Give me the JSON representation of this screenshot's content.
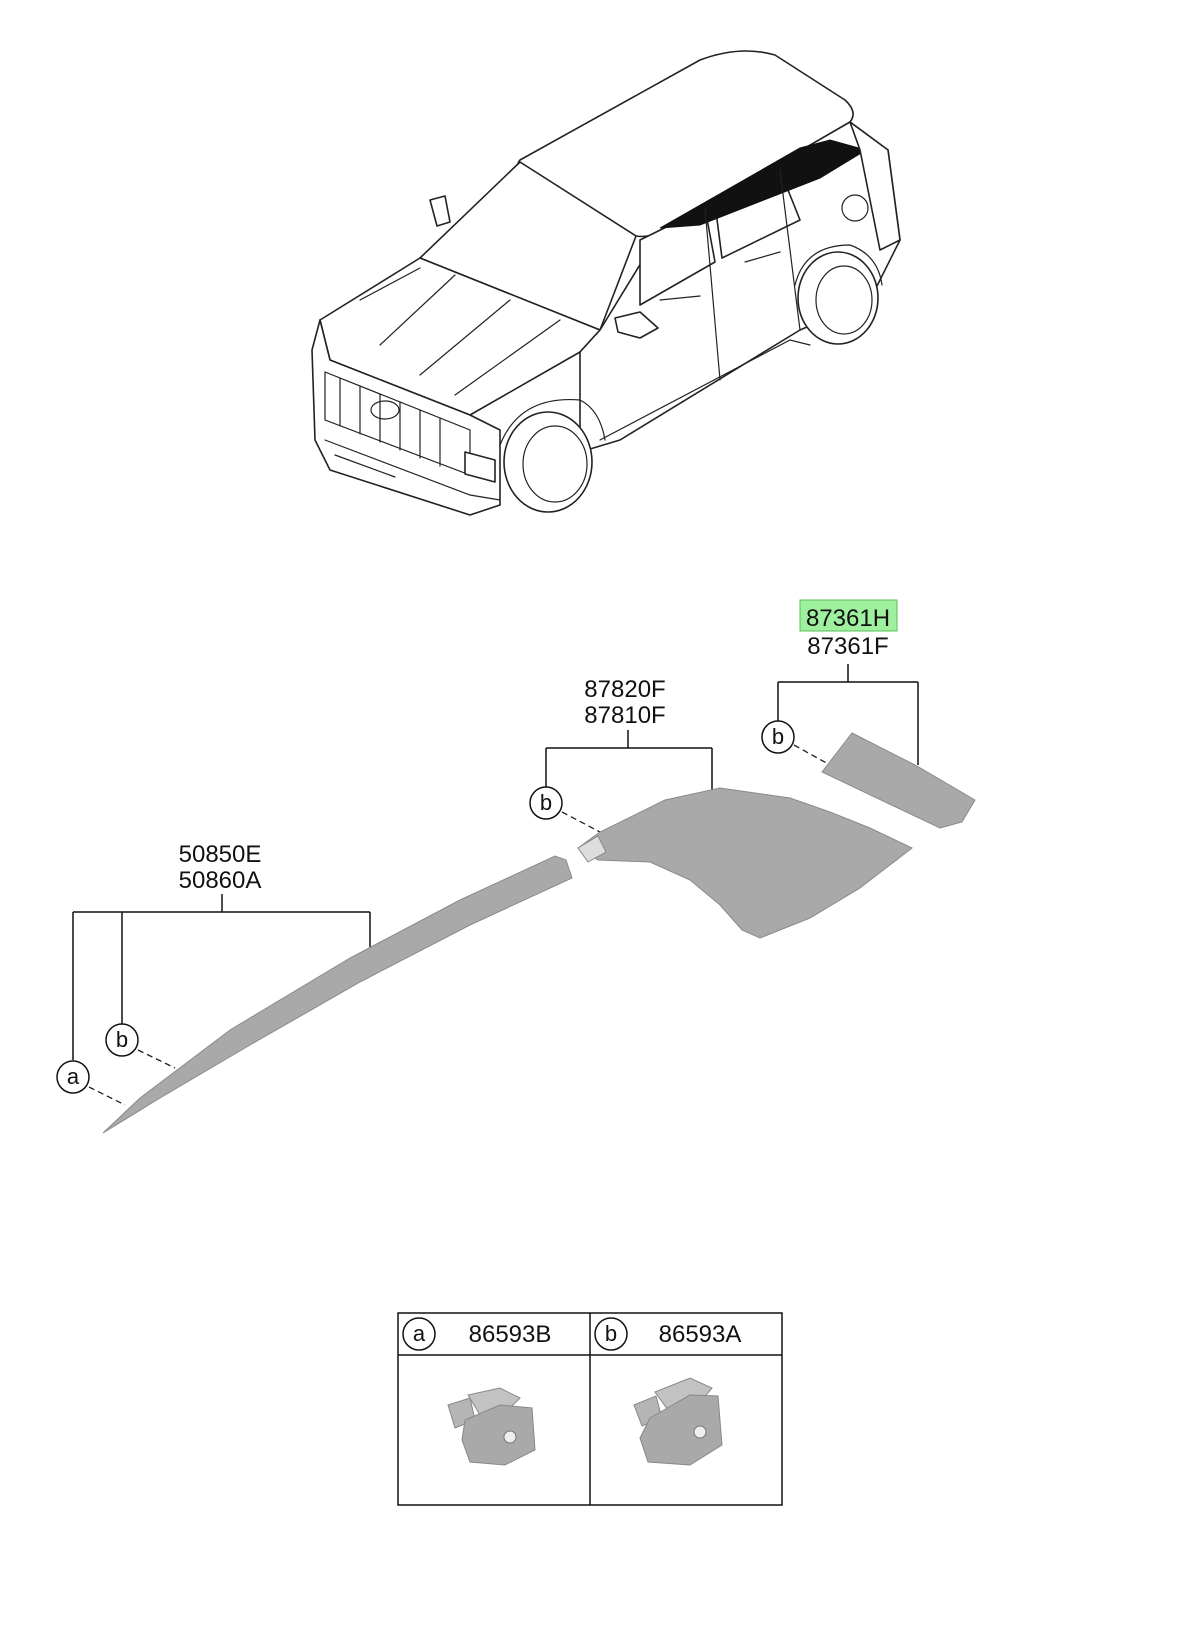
{
  "callouts": {
    "rail_front": {
      "codes": [
        "50850E",
        "50860A"
      ]
    },
    "rail_center": {
      "codes": [
        "87820F",
        "87810F"
      ]
    },
    "rail_rear": {
      "codes": [
        "87361H",
        "87361F"
      ],
      "highlight_color": "#9ef09e"
    }
  },
  "clip_letters": {
    "a": "a",
    "b": "b"
  },
  "legend": {
    "cells": [
      {
        "letter": "a",
        "code": "86593B"
      },
      {
        "letter": "b",
        "code": "86593A"
      }
    ]
  }
}
